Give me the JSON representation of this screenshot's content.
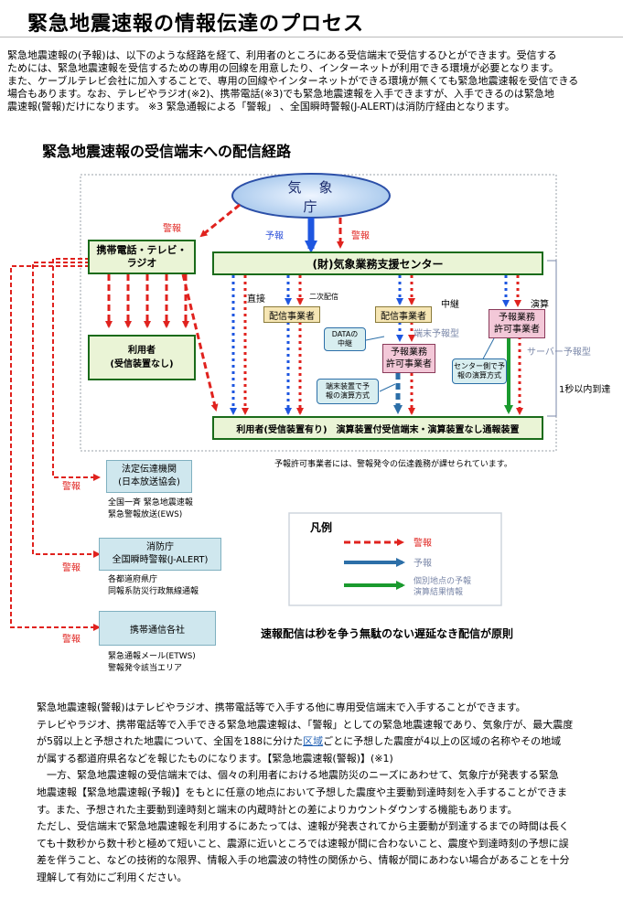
{
  "page": {
    "title": "緊急地震速報の情報伝達のプロセス",
    "intro": [
      "緊急地震速報の(予報)は、以下のような経路を経て、利用者のところにある受信端末で受信するひとができます。受信する",
      "ためには、緊急地震速報を受信するための専用の回線を用意したり、インターネットが利用できる環境が必要となります。",
      "また、ケーブルテレビ会社に加入することで、専用の回線やインターネットができる環境が無くても緊急地震速報を受信できる",
      "場合もあります。なお、テレビやラジオ(※2)、携帯電話(※3)でも緊急地震速報を入手できますが、入手できるのは緊急地",
      "震速報(警報)だけになります。 ※3 緊急通報による「警報」 、全国瞬時警報(J-ALERT)は消防庁経由となります。"
    ],
    "subtitle": "緊急地震速報の受信端末への配信経路"
  },
  "diagram": {
    "jma": "気　象　庁",
    "mobile_tv_radio": [
      "携帯電話・テレビ・",
      "ラジオ"
    ],
    "support_center": "(財)気象業務支援センター",
    "user_no_device": [
      "利用者",
      "(受信装置なし)"
    ],
    "user_with_device": "利用者(受信装置有り)　演算装置付受信端末・演算装置なし通報装置",
    "dist1": "配信事業者",
    "dist2": "配信事業者",
    "forecast_op1": [
      "予報業務",
      "許可事業者"
    ],
    "forecast_op2": [
      "予報業務",
      "許可事業者"
    ],
    "data_relay": [
      "DATAの",
      "中継"
    ],
    "terminal_calc": [
      "端末装置で予",
      "報の演算方式"
    ],
    "center_calc": [
      "センター側で予",
      "報の演算方式"
    ],
    "label_keiho": "警報",
    "label_yoho": "予報",
    "label_direct": "直接",
    "label_secondary": "二次配信",
    "label_relay": "中継",
    "label_calc": "演算",
    "label_terminal_type": "端末予報型",
    "label_server_type": "サーバー予報型",
    "label_one_sec": "1秒以内到達",
    "note_operators": "予報許可事業者には、警報発令の伝達義務が課せられています。",
    "nhk": [
      "法定伝達機関",
      "(日本放送協会)"
    ],
    "nhk_desc": [
      "全国一斉 緊急地震速報",
      "緊急警報放送(EWS)"
    ],
    "fdma": [
      "消防庁",
      "全国瞬時警報(J-ALERT)"
    ],
    "fdma_desc": [
      "各都道府県庁",
      "同報系防災行政無線通報"
    ],
    "carriers": "携帯通信各社",
    "carriers_desc": [
      "緊急通報メール(ETWS)",
      "警報発令該当エリア"
    ],
    "legend_title": "凡例",
    "legend_keiho": "警報",
    "legend_yoho": "予報",
    "legend_individual": [
      "個別地点の予報",
      "演算結果情報"
    ],
    "principle": "速報配信は秒を争う無駄のない遅延なき配信が原則"
  },
  "body": {
    "p1": "緊急地震速報(警報)はテレビやラジオ、携帯電話等で入手する他に専用受信端末で入手することができます。",
    "p2a": "テレビやラジオ、携帯電話等で入手できる緊急地震速報は、「警報」としての緊急地震速報であり、気象庁が、最大震度",
    "p2b": "が5弱以上と予想された地震について、全国を188に分けた",
    "p2_link": "区域",
    "p2c": "ごとに予想した震度が4以上の区域の名称やその地域",
    "p2d": "が属する都道府県名などを報じたものになります。【緊急地震速報(警報)】(※1)",
    "p3a": "　一方、緊急地震速報の受信端末では、個々の利用者における地震防災のニーズにあわせて、気象庁が発表する緊急",
    "p3b": "地震速報【緊急地震速報(予報)】をもとに任意の地点において予想した震度や主要動到達時刻を入手することができま",
    "p3c": "す。また、予想された主要動到達時刻と端末の内蔵時計との差によりカウントダウンする機能もあります。",
    "p4a": "ただし、受信端末で緊急地震速報を利用するにあたっては、速報が発表されてから主要動が到達するまでの時間は長く",
    "p4b": "ても十数秒から数十秒と極めて短いこと、震源に近いところでは速報が間に合わないこと、震度や到達時刻の予想に誤",
    "p4c": "差を伴うこと、などの技術的な限界、情報入手の地震波の特性の関係から、情報が間にあわない場合があることを十分",
    "p4d": "理解して有効にご利用ください。"
  },
  "colors": {
    "keiho": "#e0221e",
    "yoho": "#1e56e0",
    "individual": "#1a9a2e",
    "box_green": "#eaf4d6",
    "box_border": "#1a6b1a",
    "jma_fill": "#c8ddf4",
    "lightblue": "#cfe7ee",
    "orange": "#f6e6b4",
    "pink": "#f3c8d8",
    "teal": "#d8eef0"
  }
}
